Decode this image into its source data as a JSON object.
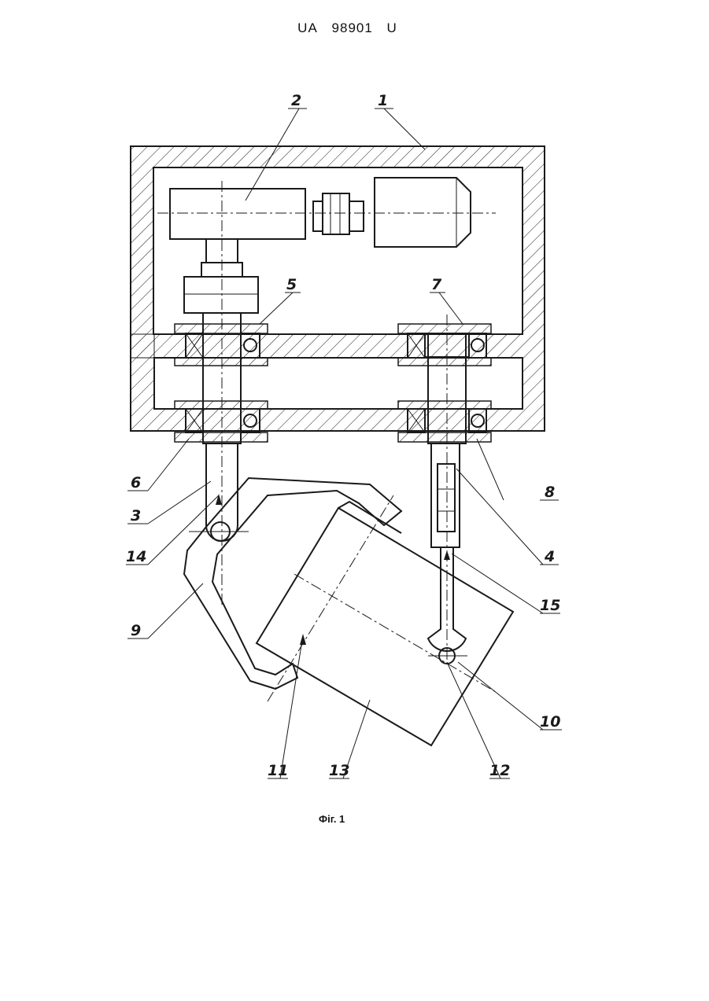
{
  "header": {
    "country": "UA",
    "number": "98901",
    "kind": "U"
  },
  "figure": {
    "caption": "Фіг. 1"
  },
  "labels": {
    "l1": "1",
    "l2": "2",
    "l3": "3",
    "l4": "4",
    "l5": "5",
    "l6": "6",
    "l7": "7",
    "l8": "8",
    "l9": "9",
    "l10": "10",
    "l11": "11",
    "l12": "12",
    "l13": "13",
    "l14": "14",
    "l15": "15"
  }
}
